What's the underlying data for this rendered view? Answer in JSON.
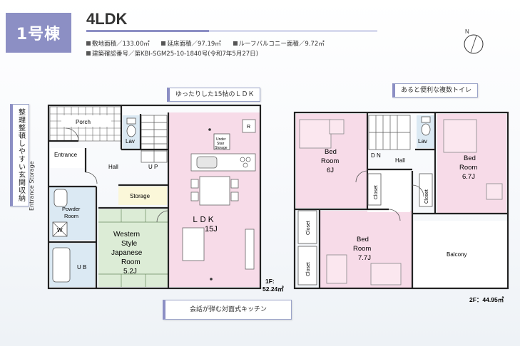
{
  "header": {
    "building_badge": "1号棟",
    "plan_type": "4LDK",
    "specs": [
      "敷地面積／133.00㎡",
      "延床面積／97.19㎡",
      "ルーフバルコニー面積／9.72㎡"
    ],
    "permit": "建築確認番号／第KBI-SGM25-10-1840号(令和7年5月27日)",
    "compass": "N"
  },
  "callouts": {
    "ldk": "ゆったりした15帖のＬＤＫ",
    "toilet": "あると便利な複数トイレ",
    "entrance": "整理整頓しやすい玄関収納",
    "kitchen": "会話が弾む対面式キッチン"
  },
  "floor1": {
    "rooms": {
      "porch": "Porch",
      "lav": "Lav",
      "entrance": "Entrance",
      "hall": "Hall",
      "up": "U P",
      "storage": "Storage",
      "powder1": "Powder",
      "powder2": "Room",
      "w": "W",
      "ub": "U B",
      "west1": "Western",
      "west2": "Style",
      "west3": "Japanese",
      "west4": "Room",
      "west5": "5.2J",
      "ldk1": "ＬＤＫ",
      "ldk2": "15J",
      "under1": "Under",
      "under2": "Stair",
      "under3": "Storage",
      "r": "R"
    },
    "entrance_storage": "Entrance Storage",
    "area_label": "1F:",
    "area_value": "52.24㎡"
  },
  "floor2": {
    "rooms": {
      "bed1_1": "Bed",
      "bed1_2": "Room",
      "bed1_3": "6J",
      "dn": "D N",
      "hall": "Hall",
      "lav": "Lav",
      "bed2_1": "Bed",
      "bed2_2": "Room",
      "bed2_3": "6.7J",
      "closet_a": "Closet",
      "closet_b": "Closet",
      "closet_c": "Closet",
      "closet_d": "Closet",
      "bed3_1": "Bed",
      "bed3_2": "Room",
      "bed3_3": "7.7J",
      "balcony": "Balcony"
    },
    "area_label": "2F：44.95㎡"
  }
}
